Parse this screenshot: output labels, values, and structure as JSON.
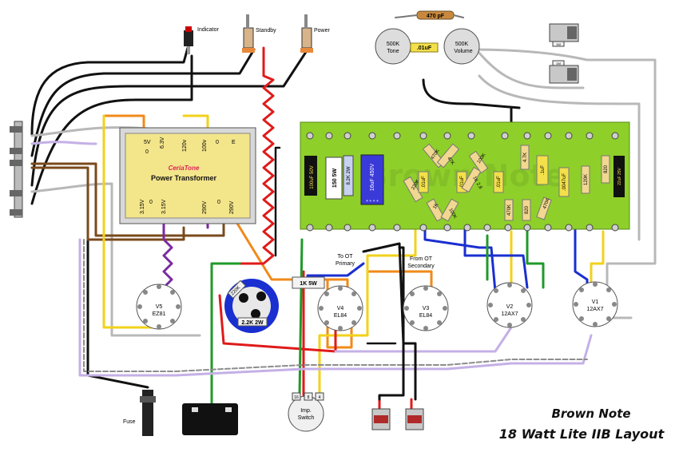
{
  "switches": {
    "indicator": "Indicator",
    "standby": "Standby",
    "power": "Power"
  },
  "pots": {
    "cap_top": "470 pF",
    "tone": "500K",
    "tone_label": "Tone",
    "volume": "500K",
    "volume_label": "Volume",
    "cap_mid": ".01uF"
  },
  "jacks": {
    "j1": "1M",
    "j2": "1M"
  },
  "transformer": {
    "brand": "CeriaTone",
    "name": "Power Transformer",
    "top_taps": [
      "5V",
      "0",
      "6.3V",
      "120v",
      "100v",
      "0",
      "E"
    ],
    "bottom_taps": [
      "3.15V",
      "0",
      "3.15V",
      "290V",
      "0",
      "290V"
    ]
  },
  "board": {
    "watermark": "Brown Note",
    "components": {
      "cap1": "100uF 50V",
      "res1": "150 5W",
      "res2": "8.2K 2W",
      "cap2": "16uF 450V",
      "polarity": "+ + + +",
      "r_47k": "47K",
      "r_470k": "470K",
      "r_220k": "220K",
      "c_01a": ".01uF",
      "c_01b": ".01uF",
      "r_1k": "1K",
      "r_100k_a": "100K",
      "r_100k_b": "100K",
      "r_1k_b": "1K 2.8",
      "c_01c": ".01uF",
      "r_4_7k": "4.7K",
      "c_1uf": ".1uF",
      "r_470k_b": "470K",
      "r_820": "820",
      "r_470k_c": "470K",
      "c_0047": ".0047uF",
      "r_120k": "120K",
      "r_820b": "820",
      "cap3": "22uF 25V"
    }
  },
  "labels": {
    "to_ot": "To OT",
    "primary": "Primary",
    "from_ot": "From OT",
    "secondary": "Secondary",
    "res_1k5w": "1K 5W",
    "can_220k": "220K",
    "res_2k2w": "2.2K 2W",
    "fuse": "Fuse",
    "imp": "Imp.",
    "switch": "Switch",
    "imp_16": "16",
    "imp_8": "8",
    "imp_4": "4"
  },
  "tubes": {
    "v5": {
      "name": "V5",
      "type": "EZ81"
    },
    "v4": {
      "name": "V4",
      "type": "EL84"
    },
    "v3": {
      "name": "V3",
      "type": "EL84"
    },
    "v2": {
      "name": "V2",
      "type": "12AX7"
    },
    "v1": {
      "name": "V1",
      "type": "12AX7"
    }
  },
  "title": {
    "line1": "Brown Note",
    "line2": "18 Watt Lite IIB Layout"
  }
}
